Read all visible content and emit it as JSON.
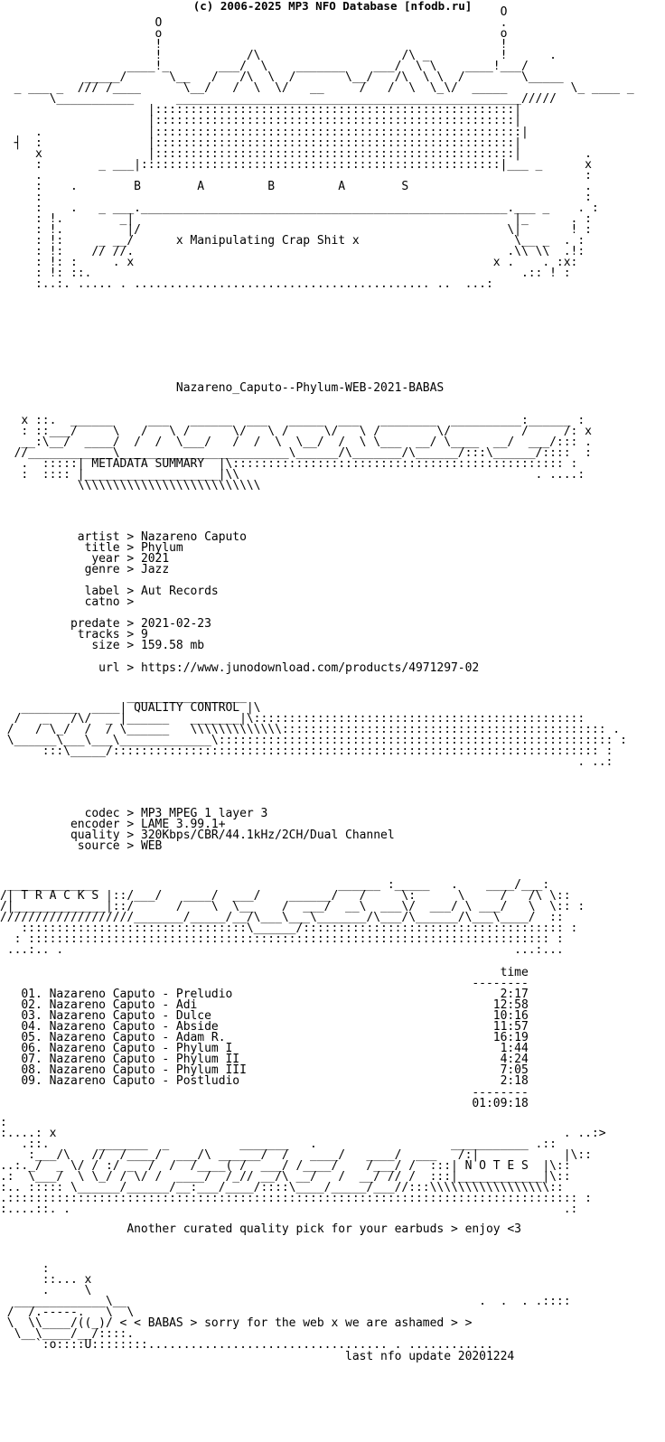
{
  "header_line": "(c) 2006-2025 MP3 NFO Database [nfodb.ru]",
  "art": {
    "logo": "                                                                       O\n                      O                                                .\n                      o                                                o\n                      !                                                !\n                      !            /\\                    /\\ _          !      .\n                  ____!_       ___/  \\    _______    ___/  \\ \\    ____!___/\n            _____/      \\__   /   /\\  \\  /       \\__/   /\\  \\ \\  /        \\_____\n  _ ___ _  /// /____      \\__/   /  \\  \\/   __     /   /  \\  \\_\\/  _____         \\_ ____ _\n       \\___________      _________________________________________________/////\n                     |:::::::::::::::::::::::::::::::::::::::::::::::::::|\n                     |:::::::::::::::::::::::::::::::::::::::::::::::::::|\n     .               |::::::::::::::::::::::::::::::::::::::::::::::::::::|\n  ┤  :               |:::::::::::::::::::::::::::::::::::::::::::::::::::|\n     x               |:::::::::::::::::::::::::::::::::::::::::::::::::::|         .\n     :        _ ___|:::::::::::::::::::::::::::::::::::::::::::::::::::|___ _      x\n     .                                                                             :\n     :    .        B        A         B         A        S                         .\n     :                                                                             :\n     :    .   _ ___.____________________________________________________.___ _    . :\n     : !.        _|                                                      |_      . :\n     : !.         |/                                                    \\|       ! :\n     : !:     _ __/      x Manipulating Crap Shit x                      \\__ _  . :\n     : !:    // //.                                                     .\\\\ \\\\  .!:\n     : !: :     . x                                                   x .    . :x:\n     : !: ::.                                                             .:: ! :\n     :..:. ..... . .......................................... ..  ...:",
    "metadata": "   x ::.  ______     ___   ______  ___   _____  ___   ________  __________:______ :\n   : ::___/     \\   /   \\ /      \\/   \\ /     \\/   \\ /        \\/          /     /: x\n   __:\\__/  ____/  /  /  \\___/   /  /  \\  \\__/  /  \\ \\___  __/ \\____  __/  ___/::: .\n  //____________\\________________________\\______/\\_______/\\______/:::\\______/::::  :\n   .  :::::| METADATA SUMMARY  |\\::::::::::::::::::::::::::::::::::::::::::::::: :\n   :  :::: |___________________|\\\\                                          . ....:\n           \\\\\\\\\\\\\\\\\\\\\\\\\\\\\\\\\\\\\\\\\\\\\\\\\\\\",
    "quality": "                  _________________\n   ________  ____| QUALITY CONTROL |\\\n  /   _   /\\/  _ |______   _______|\\:::::::::::::::::::::::::::::::::::::::::::::::\n /   / \\_/  /  / \\______   \\\\\\\\\\\\\\\\\\\\\\\\\\:::::::::::::::::::::::::::::::::::::::::::::: .\n \\______\\___\\___\\_____________\\:::::::::::::::::::::::::::::::::::::::::::::::::::::::: :\n      :::\\_____/::::::::::::::::::::::::::::::::::::::::::::::::::::::::::::::::::::: :\n                                                                                  . ..:",
    "tracks": " _____________                                  ______ :_____   .    ____/___:\n/| T R A C K S |::/___/   ____/  ___/    ______/   /     \\:      \\     /   /\\ \\::\n/|_____________|::/      /    \\  \\__    /  ___/  __\\  ___\\/  ___/ \\ ___/   \\  \\:: :\n///////////////////_______/_____/__/\\___\\___\\_______/\\___/\\______/\\___\\____/  ::\n   ::::::::::::::::::::::::::::::::\\______/::::::::::::::::::::::::::::::::::::: :\n  : :::::::::::::::::::::::::::::::::::::::::::::::::::::::::::::::::::::::::: :\n ...:.. .                                                                ...:...",
    "notes": ":\n:....: x                                                                        . ..:>\n   .::.       _______  _          _______   .                   ___________ .::\n    :___/\\   //  /____/  ___/\\ ______/  /   ____/   ____/  ___   /:|            |\\::\n..:._/  _ \\/ / :/ _  /  /  /____( /  ___/ /____/    /___/ /  :::| N O T E S  |\\::\n.:  \\___/  \\ \\_/ / \\/ /  ____/  /_// __/\\ __/   /  __/ // /  :::|____________|\\::\n:.. ::::: \\______/______/__:___/____/::::\\____/_____/___//:::\\\\\\\\\\\\\\\\\\\\\\\\\\\\\\\\\\::\n.::::::::::::::::::::::::::::::::::::::::::::::::::::::::::::::::::::::::::::::::: :\n:....::. .                                                                      .:",
    "footer": "      :\n      ::... x\n      .     \\\n  _____________\\__                                                  .  .  . .::::\n /  /.-----.   \\  \\\n \\  \\\\____/((_)/ < < BABAS > sorry for the web x we are ashamed > >\n  \\__\\____/__/::::.\n     `:o::::U::::::::.................................. . ............"
  },
  "release": {
    "title": "Nazareno_Caputo--Phylum-WEB-2021-BABAS"
  },
  "metadata": {
    "artist_label": "artist",
    "artist": "Nazareno Caputo",
    "title_label": "title",
    "title": "Phylum",
    "year_label": "year",
    "year": "2021",
    "genre_label": "genre",
    "genre": "Jazz",
    "label_label": "label",
    "label": "Aut Records",
    "catno_label": "catno",
    "catno": "",
    "predate_label": "predate",
    "predate": "2021-02-23",
    "tracks_label": "tracks",
    "tracks": "9",
    "size_label": "size",
    "size": "159.58 mb",
    "url_label": "url",
    "url": "https://www.junodownload.com/products/4971297-02"
  },
  "quality": {
    "codec_label": "codec",
    "codec": "MP3 MPEG 1 layer 3",
    "encoder_label": "encoder",
    "encoder": "LAME 3.99.1+",
    "quality_label": "quality",
    "quality": "320Kbps/CBR/44.1kHz/2CH/Dual Channel",
    "source_label": "source",
    "source": "WEB"
  },
  "tracklist": {
    "time_header": "time",
    "separator": "--------",
    "items": [
      {
        "num": "01.",
        "name": "Nazareno Caputo - Preludio",
        "time": "2:17"
      },
      {
        "num": "02.",
        "name": "Nazareno Caputo - Adi",
        "time": "12:58"
      },
      {
        "num": "03.",
        "name": "Nazareno Caputo - Dulce",
        "time": "10:16"
      },
      {
        "num": "04.",
        "name": "Nazareno Caputo - Abside",
        "time": "11:57"
      },
      {
        "num": "05.",
        "name": "Nazareno Caputo - Adam R.",
        "time": "16:19"
      },
      {
        "num": "06.",
        "name": "Nazareno Caputo - Phylum I",
        "time": "1:44"
      },
      {
        "num": "07.",
        "name": "Nazareno Caputo - Phylum II",
        "time": "4:24"
      },
      {
        "num": "08.",
        "name": "Nazareno Caputo - Phylum III",
        "time": "7:05"
      },
      {
        "num": "09.",
        "name": "Nazareno Caputo - Postludio",
        "time": "2:18"
      }
    ],
    "total": "01:09:18"
  },
  "notes": {
    "text": "Another curated quality pick for your earbuds > enjoy <3"
  },
  "footer": {
    "update": "last nfo update 20201224"
  }
}
